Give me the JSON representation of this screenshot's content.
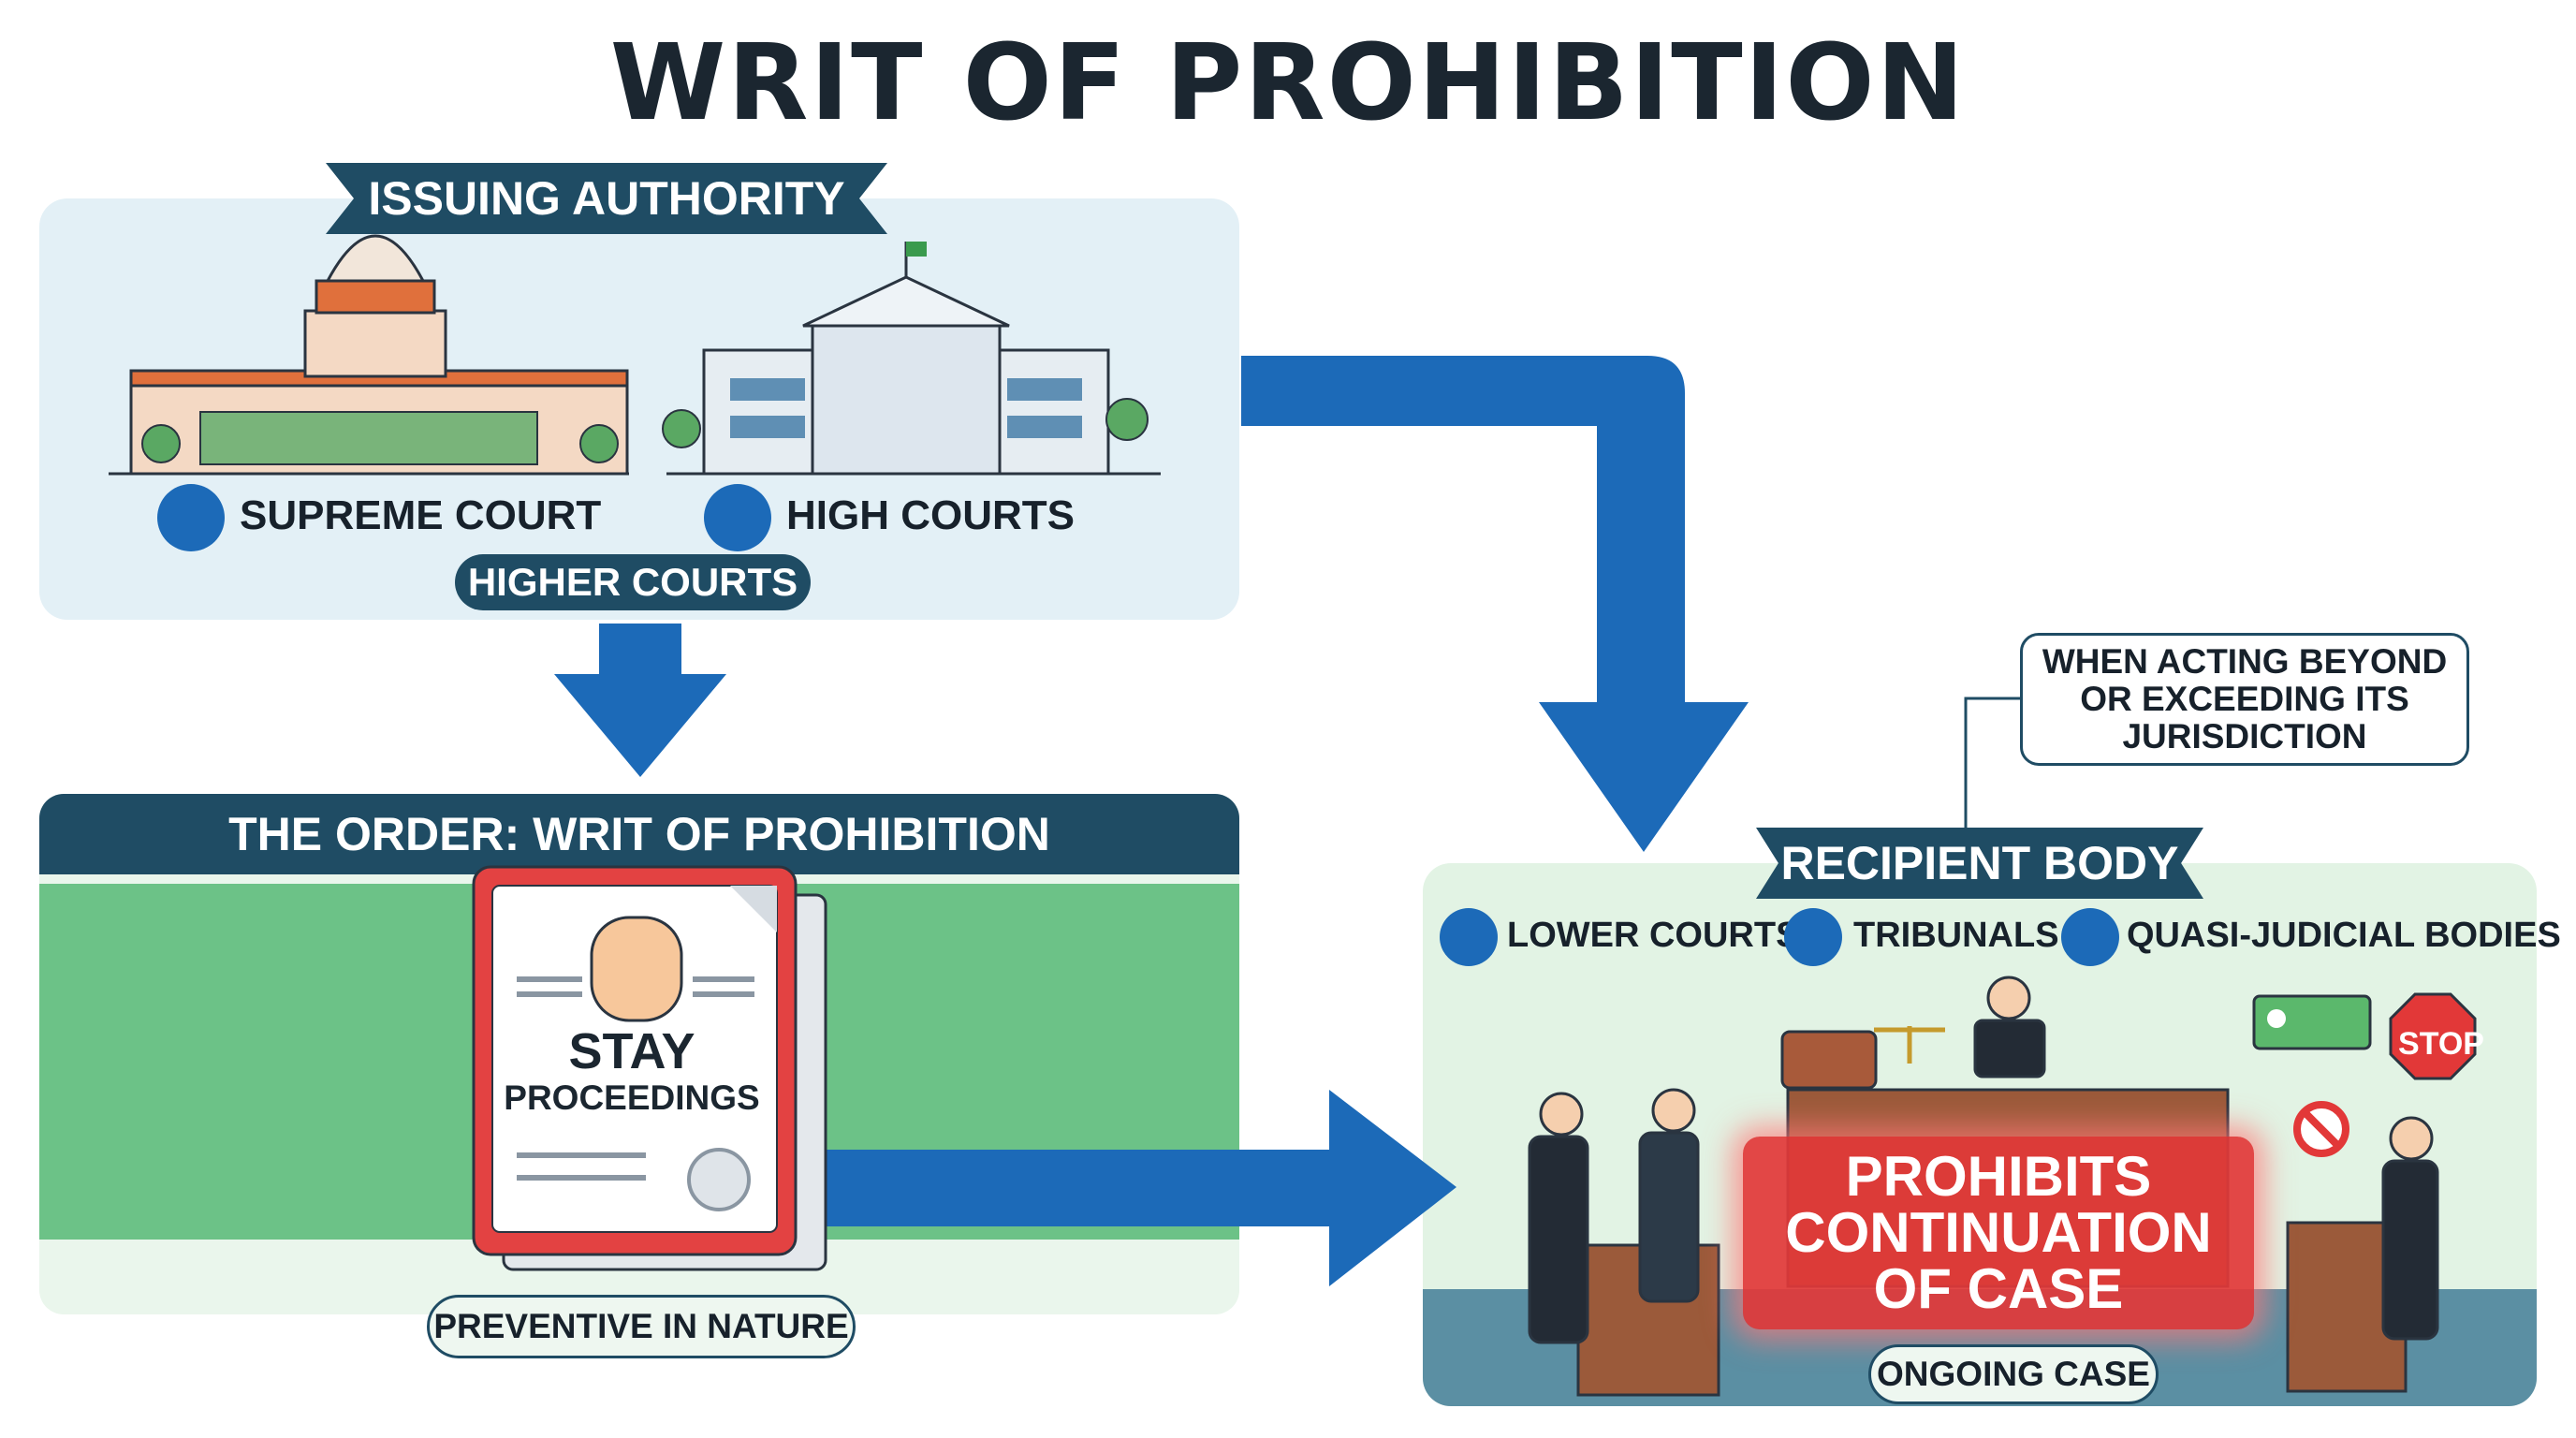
{
  "title": "WRIT OF PROHIBITION",
  "issuing_authority": {
    "heading": "ISSUING AUTHORITY",
    "courts": [
      "SUPREME COURT",
      "HIGH COURTS"
    ],
    "group_label": "HIGHER COURTS"
  },
  "order": {
    "heading": "THE ORDER: WRIT OF PROHIBITION",
    "document_title": "STAY",
    "document_subtitle": "PROCEEDINGS",
    "nature": "PREVENTIVE IN NATURE"
  },
  "recipient": {
    "heading": "RECIPIENT BODY",
    "bodies": [
      "LOWER COURTS",
      "TRIBUNALS",
      "QUASI-JUDICIAL BODIES"
    ],
    "condition": "WHEN ACTING BEYOND\nOR EXCEEDING ITS\nJURISDICTION",
    "effect": "PROHIBITS\nCONTINUATION\nOF CASE",
    "case_label": "ONGOING CASE",
    "stop_sign": "STOP"
  },
  "colors": {
    "navy": "#1f4c64",
    "arrow_blue": "#1c6ab8",
    "order_green": "#6cc287",
    "issuing_bg": "#e3f0f6",
    "recipient_bg": "#e2f3e4",
    "alert_red": "#e23838"
  },
  "icons": [
    "court-building-icon",
    "scales-icon",
    "gavel-icon",
    "stop-hand-icon",
    "stop-sign-icon",
    "no-entry-icon",
    "chat-card-icon",
    "seal-icon"
  ]
}
